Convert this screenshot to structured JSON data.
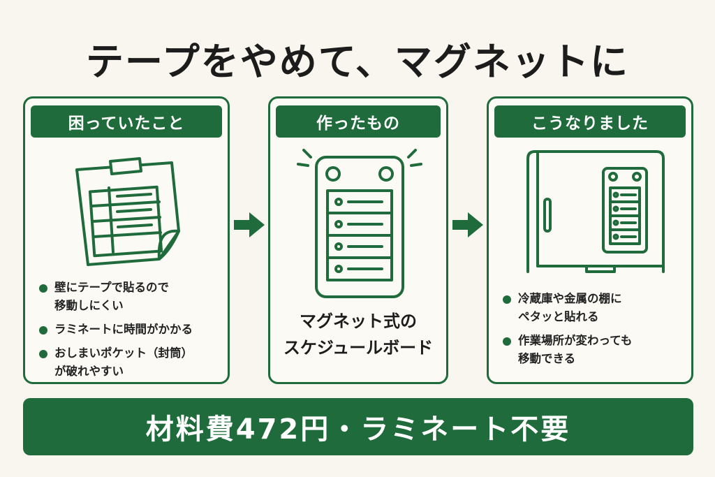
{
  "title": "テープをやめて、マグネットに",
  "panels": [
    {
      "header": "困っていたこと",
      "bullets": [
        [
          "壁にテープで貼るので",
          "移動しにくい"
        ],
        [
          "ラミネートに時間がかかる"
        ],
        [
          "おしまいポケット（封筒）",
          "が破れやすい"
        ]
      ]
    },
    {
      "header": "作ったもの",
      "caption": [
        "マグネット式の",
        "スケジュールボード"
      ]
    },
    {
      "header": "こうなりました",
      "bullets": [
        [
          "冷蔵庫や金属の棚に",
          "ペタッと貼れる"
        ],
        [
          "作業場所が変わっても",
          "移動できる"
        ]
      ]
    }
  ],
  "banner": "材料費472円・ラミネート不要",
  "colors": {
    "accent": "#1f6b3b",
    "background": "#f8f6ee",
    "text": "#1c1c1c"
  },
  "icons": [
    "taped-paper-icon",
    "magnetic-board-icon",
    "fridge-board-icon",
    "right-arrow-icon"
  ]
}
